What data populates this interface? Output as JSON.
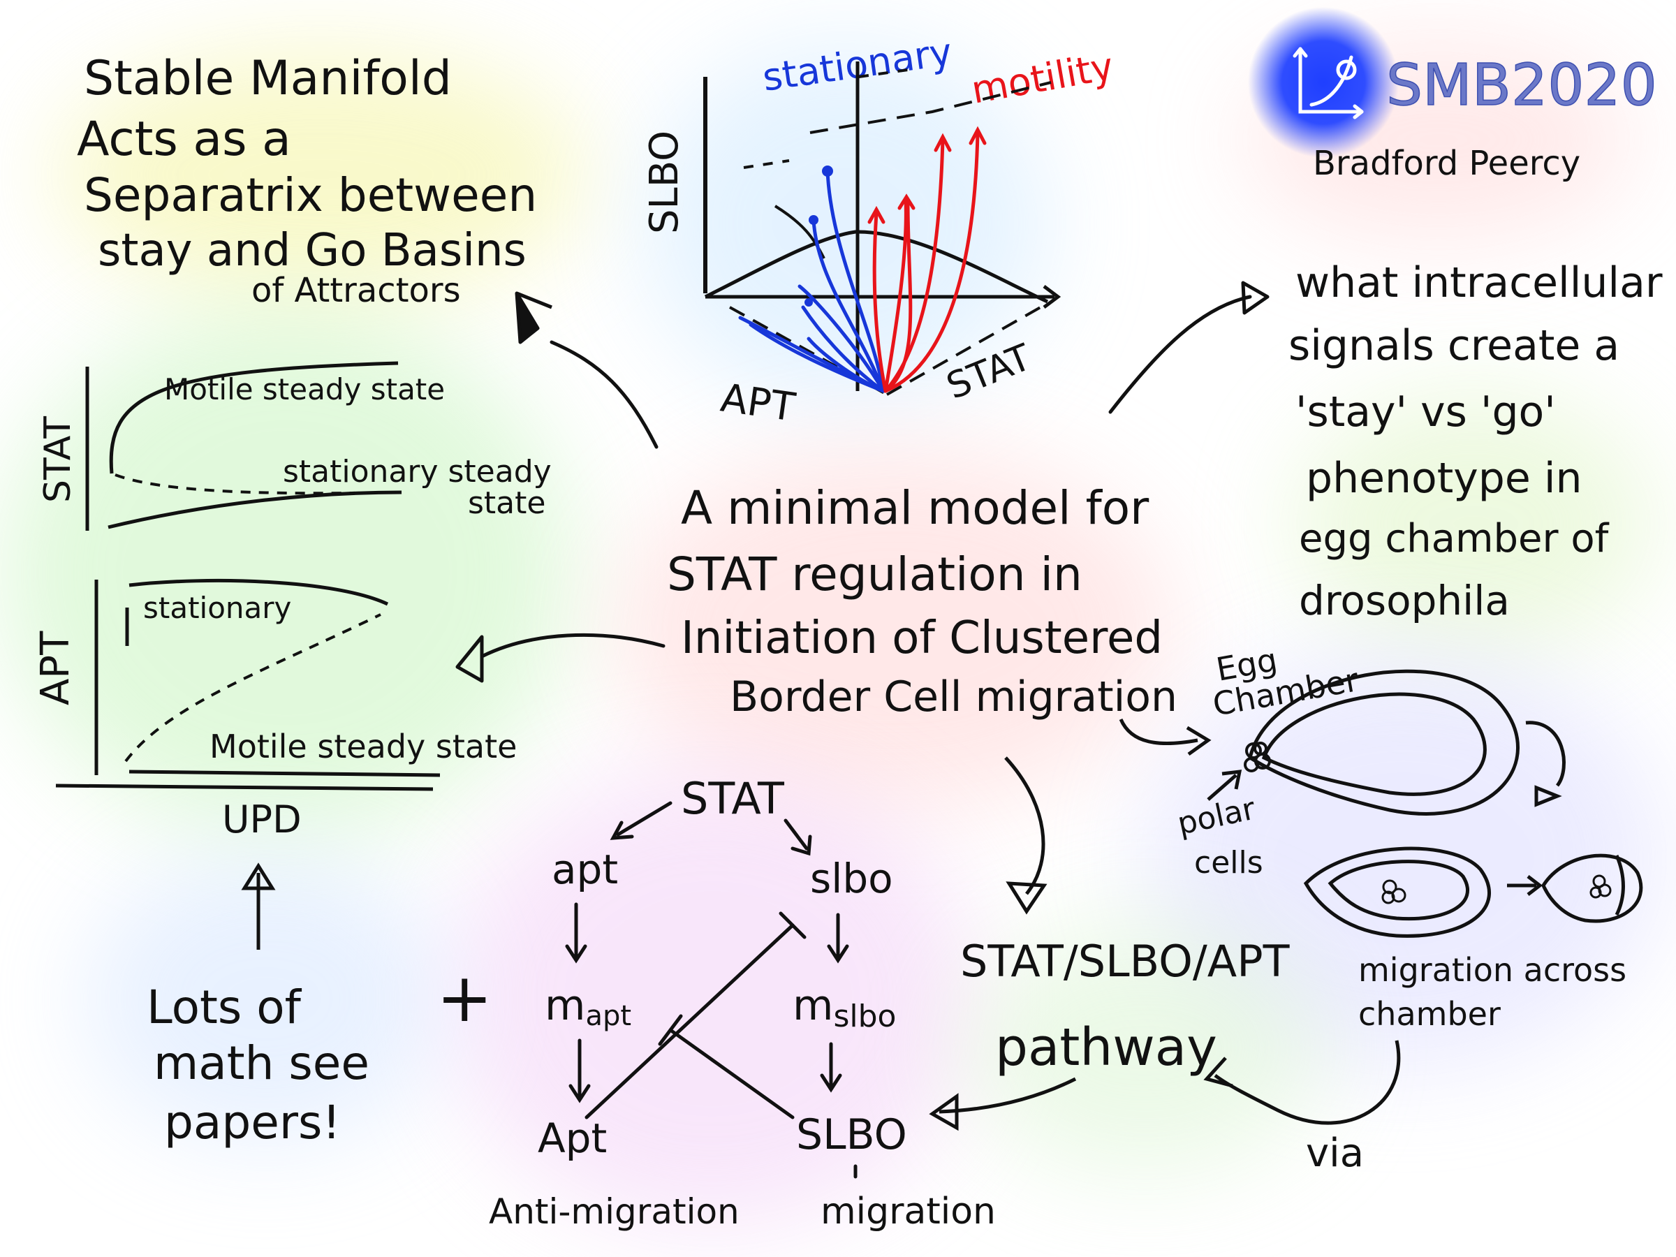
{
  "title": {
    "line1": "Stable Manifold",
    "line2": "Acts as a",
    "line3": "Separatrix between",
    "line4": "stay and Go Basins",
    "line5": "of Attractors"
  },
  "center": {
    "line1": "A minimal model for",
    "line2": "STAT regulation in",
    "line3": "Initiation of Clustered",
    "line4": "Border Cell migration"
  },
  "logo": {
    "text": "SMB2020",
    "author": "Bradford Peercy",
    "accent": "#1f3fff",
    "text_color": "#6b78c8"
  },
  "plot3d": {
    "label_stationary": "stationary",
    "label_motility": "motility",
    "axis_z": "SLBO",
    "axis_x": "APT",
    "axis_y": "STAT",
    "color_stationary": "#1737d9",
    "color_motility": "#e8141a"
  },
  "plot_stat": {
    "ylabel": "STAT",
    "upper_label": "Motile steady state",
    "lower_label1": "stationary steady",
    "lower_label2": "state"
  },
  "plot_apt": {
    "ylabel": "APT",
    "upper_label": "stationary",
    "lower_label": "Motile steady state",
    "xlabel": "UPD"
  },
  "question": {
    "line1": "what intracellular",
    "line2": "signals create a",
    "line3": "'stay' vs 'go'",
    "line4": "phenotype in",
    "line5": "egg chamber of",
    "line6": "drosophila"
  },
  "egg": {
    "chamber_label1": "Egg",
    "chamber_label2": "Chamber",
    "polar_label1": "polar",
    "polar_label2": "cells",
    "migration_label1": "migration across",
    "migration_label2": "chamber",
    "via": "via"
  },
  "network": {
    "stat": "STAT",
    "apt": "apt",
    "slbo": "slbo",
    "mapt": "m",
    "mapt_sub": "apt",
    "mslbo": "m",
    "mslbo_sub": "slbo",
    "Apt": "Apt",
    "SLBO": "SLBO",
    "anti": "Anti-migration",
    "migration": "migration"
  },
  "pathway": {
    "line1": "STAT/SLBO/APT",
    "line2": "pathway"
  },
  "math": {
    "line1": "Lots of",
    "line2": "math see",
    "line3": "papers!",
    "plus": "+"
  }
}
